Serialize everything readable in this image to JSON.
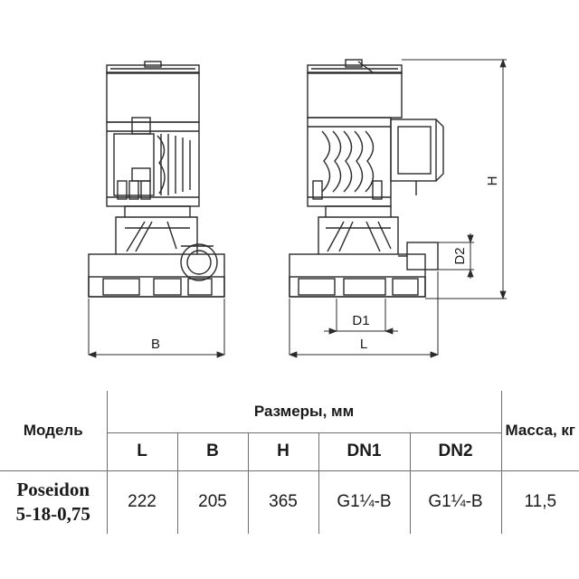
{
  "drawing": {
    "dim_labels": {
      "b": "B",
      "l": "L",
      "h": "H",
      "d1": "D1",
      "d2": "D2"
    }
  },
  "table": {
    "model_header": "Модель",
    "dimensions_header": "Размеры, мм",
    "mass_header": "Масса, кг",
    "columns": [
      "L",
      "B",
      "H",
      "DN1",
      "DN2"
    ],
    "rows": [
      {
        "model_line1": "Poseidon",
        "model_line2": "5-18-0,75",
        "values": [
          "222",
          "205",
          "365",
          "G1¼-B",
          "G1¼-B"
        ],
        "mass": "11,5"
      }
    ]
  }
}
